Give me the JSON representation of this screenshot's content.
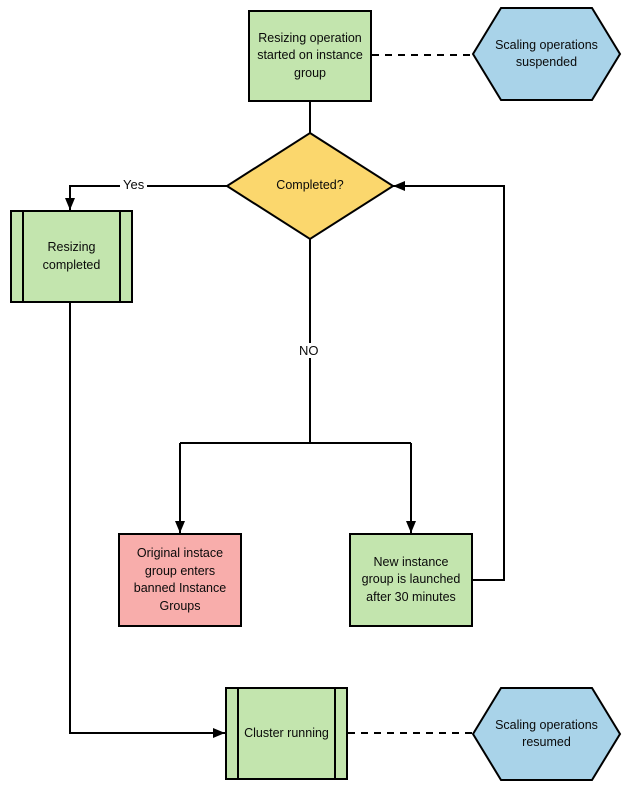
{
  "diagram": {
    "type": "flowchart",
    "background": "#ffffff",
    "colors": {
      "process_green": "#c3e5ae",
      "hexagon_blue": "#a9d3e9",
      "decision_yellow": "#fbd76d",
      "warning_pink": "#f8adab",
      "line_black": "#000000"
    },
    "nodes": {
      "start": {
        "shape": "process-rectangle",
        "color": "#c3e5ae",
        "label": "Resizing operation started on instance group"
      },
      "suspended": {
        "shape": "hexagon",
        "color": "#a9d3e9",
        "label": "Scaling operations suspended"
      },
      "completed": {
        "shape": "decision-diamond",
        "color": "#fbd76d",
        "label": "Completed?"
      },
      "resizing_completed": {
        "shape": "predefined-process",
        "color": "#c3e5ae",
        "label": "Resizing completed"
      },
      "banned": {
        "shape": "process-rectangle",
        "color": "#f8adab",
        "label": "Original instace group enters banned Instance Groups"
      },
      "new_group": {
        "shape": "process-rectangle",
        "color": "#c3e5ae",
        "label": "New instance group is launched after 30 minutes"
      },
      "cluster": {
        "shape": "predefined-process",
        "color": "#c3e5ae",
        "label": "Cluster running"
      },
      "resumed": {
        "shape": "hexagon",
        "color": "#a9d3e9",
        "label": "Scaling operations resumed"
      }
    },
    "edges": [
      {
        "from": "start",
        "to": "suspended",
        "style": "dashed",
        "label": ""
      },
      {
        "from": "start",
        "to": "completed",
        "style": "solid",
        "label": ""
      },
      {
        "from": "completed",
        "to": "resizing_completed",
        "style": "solid",
        "label": "Yes"
      },
      {
        "from": "completed",
        "to": "banned",
        "style": "solid",
        "label": "NO"
      },
      {
        "from": "completed",
        "to": "new_group",
        "style": "solid",
        "label": "NO"
      },
      {
        "from": "new_group",
        "to": "completed",
        "style": "solid",
        "label": ""
      },
      {
        "from": "resizing_completed",
        "to": "cluster",
        "style": "solid",
        "label": ""
      },
      {
        "from": "cluster",
        "to": "resumed",
        "style": "dashed",
        "label": ""
      }
    ]
  }
}
